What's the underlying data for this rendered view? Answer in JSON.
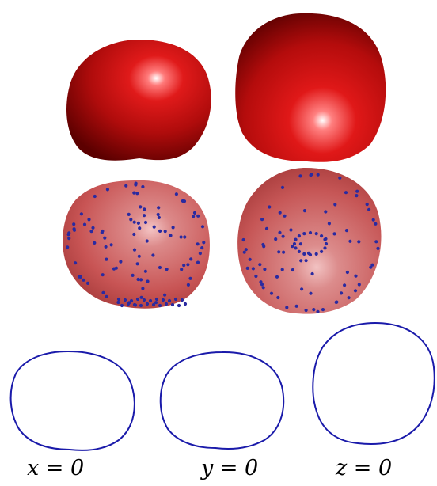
{
  "captions": {
    "x": "x = 0",
    "y": "y = 0",
    "z": "z = 0"
  },
  "colors": {
    "surface_red": "#c41010",
    "surface_dark": "#5a0000",
    "highlight": "#ffffff",
    "transparent_surface": "#c85050",
    "sample_points": "#2a2aa0",
    "contour": "#1a1aaa"
  },
  "panels": [
    {
      "row": "solid-surfaces",
      "count": 2
    },
    {
      "row": "transparent-surfaces-with-points",
      "count": 2
    },
    {
      "row": "cross-section-contours",
      "count": 3
    }
  ]
}
